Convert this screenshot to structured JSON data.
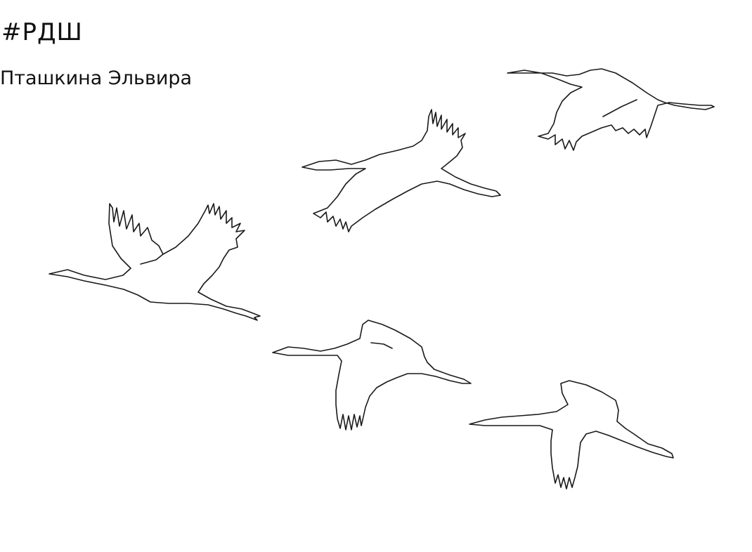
{
  "header": {
    "hashtag": "#РДШ",
    "author": "Пташкина Эльвира"
  },
  "artwork": {
    "subject-icon": "flying-crane-outline",
    "line_color": "#1a1a1a",
    "background": "#ffffff"
  }
}
